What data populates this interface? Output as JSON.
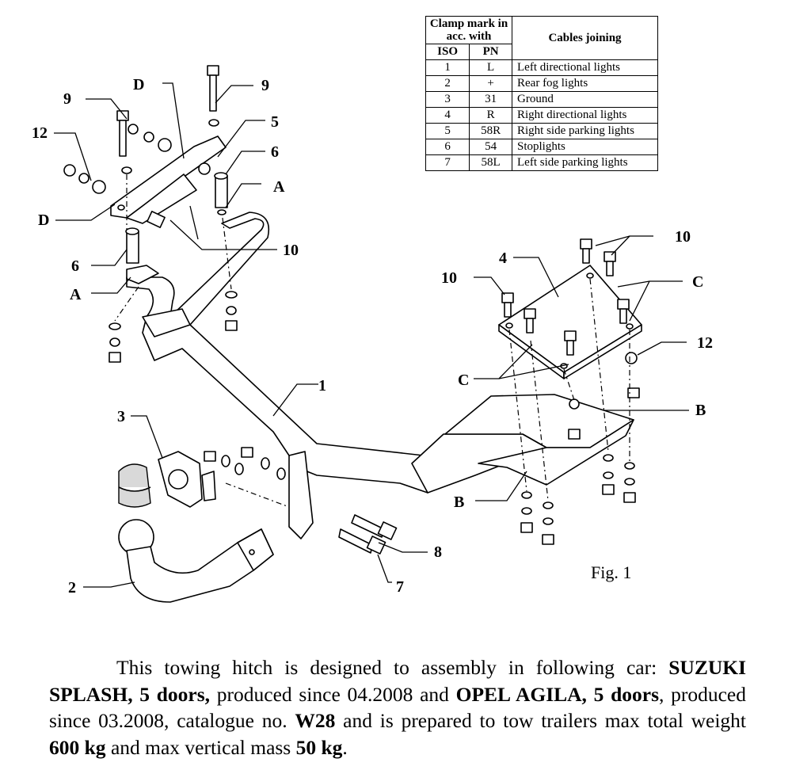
{
  "table": {
    "header_clamp": "Clamp mark in acc. with",
    "header_cables": "Cables joining",
    "header_iso": "ISO",
    "header_pn": "PN",
    "rows": [
      {
        "iso": "1",
        "pn": "L",
        "cable": "Left directional lights"
      },
      {
        "iso": "2",
        "pn": "+",
        "cable": "Rear fog lights"
      },
      {
        "iso": "3",
        "pn": "31",
        "cable": "Ground"
      },
      {
        "iso": "4",
        "pn": "R",
        "cable": "Right directional lights"
      },
      {
        "iso": "5",
        "pn": "58R",
        "cable": "Right side parking lights"
      },
      {
        "iso": "6",
        "pn": "54",
        "cable": "Stoplights"
      },
      {
        "iso": "7",
        "pn": "58L",
        "cable": "Left side parking lights"
      }
    ]
  },
  "diagram": {
    "figure_caption": "Fig. 1",
    "labels": {
      "l1": "1",
      "l2": "2",
      "l3": "3",
      "l4": "4",
      "l5": "5",
      "l6a": "6",
      "l6b": "6",
      "l7": "7",
      "l8": "8",
      "l9a": "9",
      "l9b": "9",
      "l10a": "10",
      "l10b": "10",
      "l10c": "10",
      "l12a": "12",
      "l12b": "12",
      "lAa": "A",
      "lAb": "A",
      "lBa": "B",
      "lBb": "B",
      "lCa": "C",
      "lCb": "C",
      "lDa": "D",
      "lDb": "D"
    }
  },
  "description": {
    "p1": "This towing hitch is designed to assembly in following car: ",
    "car1": "SUZUKI SPLASH, 5 doors,",
    "p2": " produced since 04.2008 and ",
    "car2": "OPEL AGILA,",
    "car2b": "5 doors",
    "p3": ", produced since 03.2008, catalogue no. ",
    "catalogue": "W28",
    "p4": " and is prepared to tow trailers max total weight ",
    "weight": "600 kg",
    "p5": " and max vertical mass ",
    "vertical": "50 kg",
    "p6": "."
  }
}
